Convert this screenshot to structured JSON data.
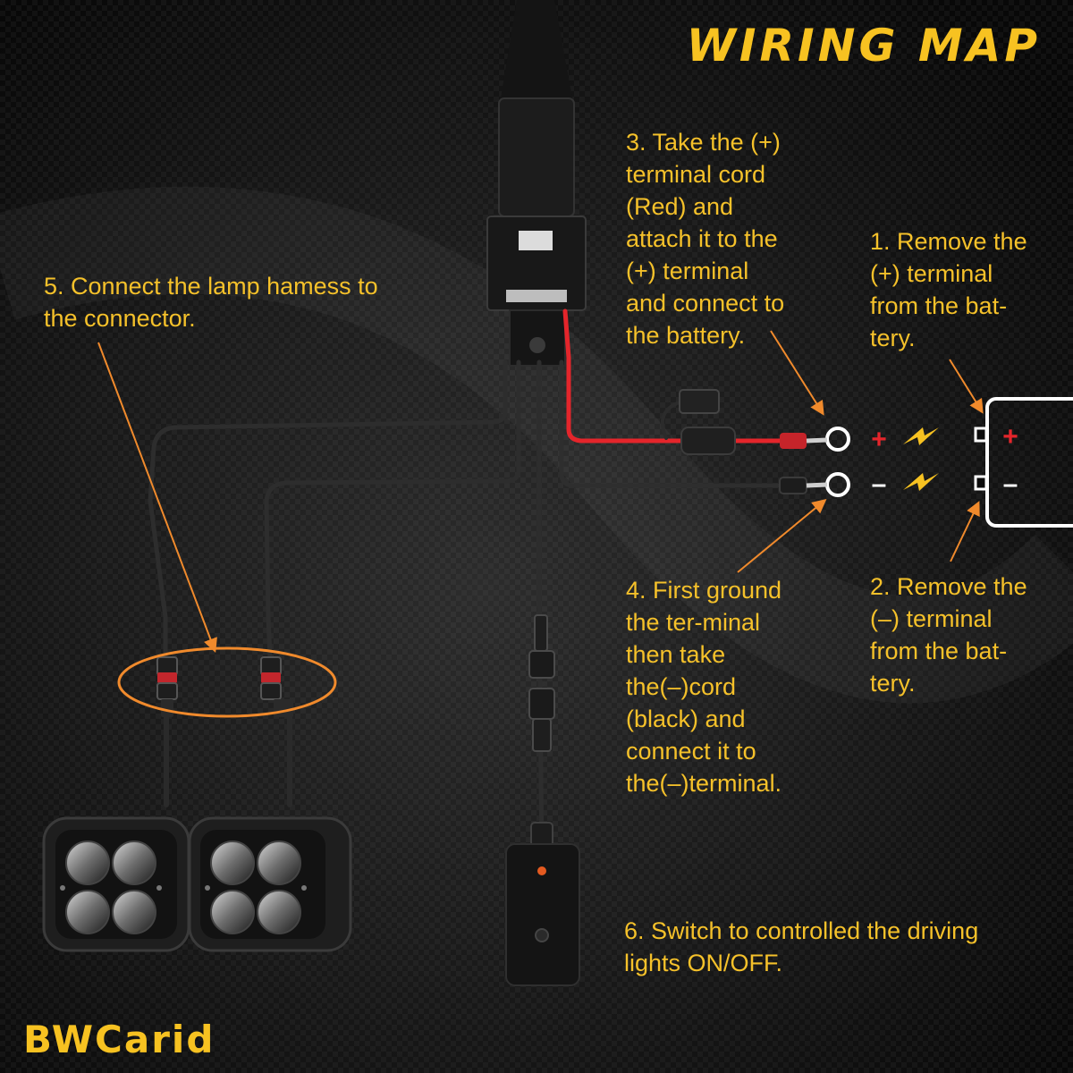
{
  "title": "WIRING MAP",
  "steps": {
    "s1": "1. Remove the\n(+) terminal\nfrom the bat-\ntery.",
    "s2": "2. Remove the\n(–) terminal\nfrom the bat-\ntery.",
    "s3": "3. Take the (+)\nterminal cord\n(Red) and\nattach it to the\n(+) terminal\nand connect to\nthe battery.",
    "s4": "4. First ground\nthe ter-minal\nthen take\nthe(–)cord\n(black) and\nconnect it to\nthe(–)terminal.",
    "s5": "5. Connect the lamp hamess to\nthe connector.",
    "s6": "6. Switch to controlled the driving\nlights ON/OFF."
  },
  "brand": "BWCarid",
  "symbols": {
    "plus": "+",
    "minus": "–"
  },
  "colors": {
    "text": "#f5c12a",
    "title": "#f7c221",
    "arrow": "#f08a2c",
    "positive": "#e4252b",
    "wire": "#2b2b2b",
    "lamp_body": "#1e1e1e",
    "battery": "#ffffff"
  },
  "icons": [
    "relay-icon",
    "fuse-icon",
    "ring-terminal-icon",
    "lightning-bolt-icon",
    "battery-icon",
    "connector-icon",
    "switch-icon",
    "lamp-icon"
  ]
}
